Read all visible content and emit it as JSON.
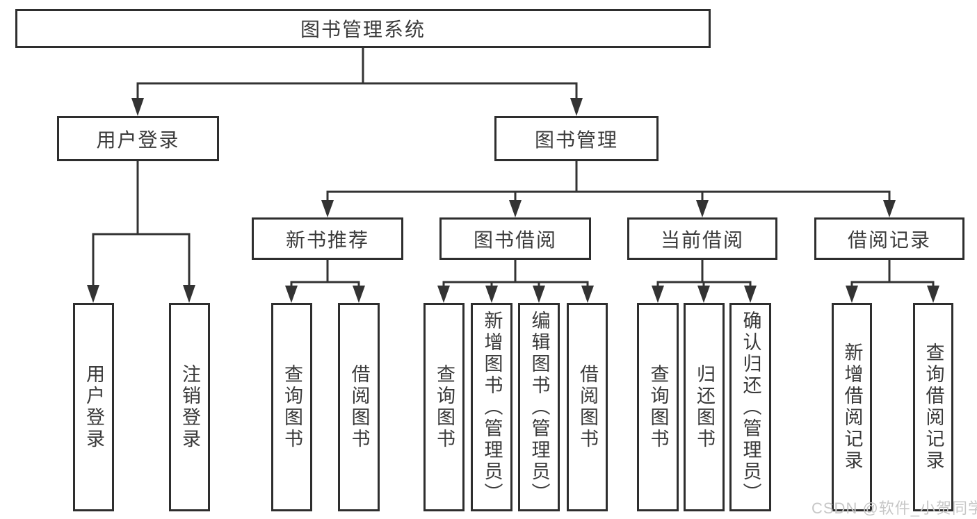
{
  "diagram_title": "图书管理系统",
  "tree": {
    "root": {
      "label": "图书管理系统"
    },
    "children": [
      {
        "label": "用户登录",
        "children": [
          {
            "label": "用户登录"
          },
          {
            "label": "注销登录"
          }
        ]
      },
      {
        "label": "图书管理",
        "children": [
          {
            "label": "新书推荐",
            "children": [
              {
                "label": "查询图书"
              },
              {
                "label": "借阅图书"
              }
            ]
          },
          {
            "label": "图书借阅",
            "children": [
              {
                "label": "查询图书"
              },
              {
                "label": "新增图书（管理员）"
              },
              {
                "label": "编辑图书（管理员）"
              },
              {
                "label": "借阅图书"
              }
            ]
          },
          {
            "label": "当前借阅",
            "children": [
              {
                "label": "查询图书"
              },
              {
                "label": "归还图书"
              },
              {
                "label": "确认归还（管理员）"
              }
            ]
          },
          {
            "label": "借阅记录",
            "children": [
              {
                "label": "新增借阅记录"
              },
              {
                "label": "查询借阅记录"
              }
            ]
          }
        ]
      }
    ]
  },
  "watermark": {
    "text": "CSDN @软件_小贺同学"
  },
  "colors": {
    "line": "#333333",
    "border": "#2e2e2e",
    "text": "#3a3a3a",
    "watermark": "#c7c7c7",
    "background": "#ffffff"
  }
}
